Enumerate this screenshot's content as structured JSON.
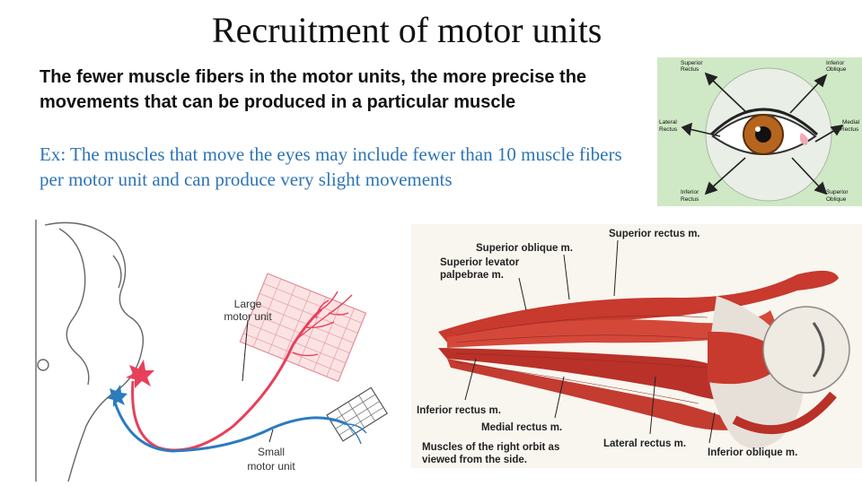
{
  "slide": {
    "title": "Recruitment of motor units",
    "paragraph1": "The fewer muscle fibers in the motor units, the more precise the movements that can be produced in a particular muscle",
    "paragraph2": "Ex: The muscles that move the eyes may include fewer than 10 muscle fibers per motor unit and can produce very slight movements",
    "paragraph2_color": "#2e74b5"
  },
  "eye_diagram": {
    "labels": {
      "superior_rectus": [
        "Superior",
        "Rectus"
      ],
      "inferior_oblique": [
        "Inferior",
        "Oblique"
      ],
      "lateral_rectus": [
        "Lateral",
        "Rectus"
      ],
      "medial_rectus": [
        "Medial",
        "Rectus"
      ],
      "inferior_rectus": [
        "Inferior",
        "Rectus"
      ],
      "superior_oblique": [
        "Superior",
        "Oblique"
      ]
    }
  },
  "motor_unit_diagram": {
    "large_label": [
      "Large",
      "motor unit"
    ],
    "small_label": [
      "Small",
      "motor unit"
    ],
    "large_color": "#e8405a",
    "small_color": "#2b7bbf"
  },
  "orbit_diagram": {
    "labels": {
      "superior_oblique": "Superior oblique m.",
      "superior_rectus": "Superior rectus m.",
      "superior_levator": [
        "Superior levator",
        "palpebrae m."
      ],
      "inferior_rectus": "Inferior rectus m.",
      "medial_rectus": "Medial rectus m.",
      "lateral_rectus": "Lateral rectus m.",
      "inferior_oblique": "Inferior oblique m.",
      "caption": [
        "Muscles of the right orbit as",
        "viewed from the side."
      ]
    }
  }
}
